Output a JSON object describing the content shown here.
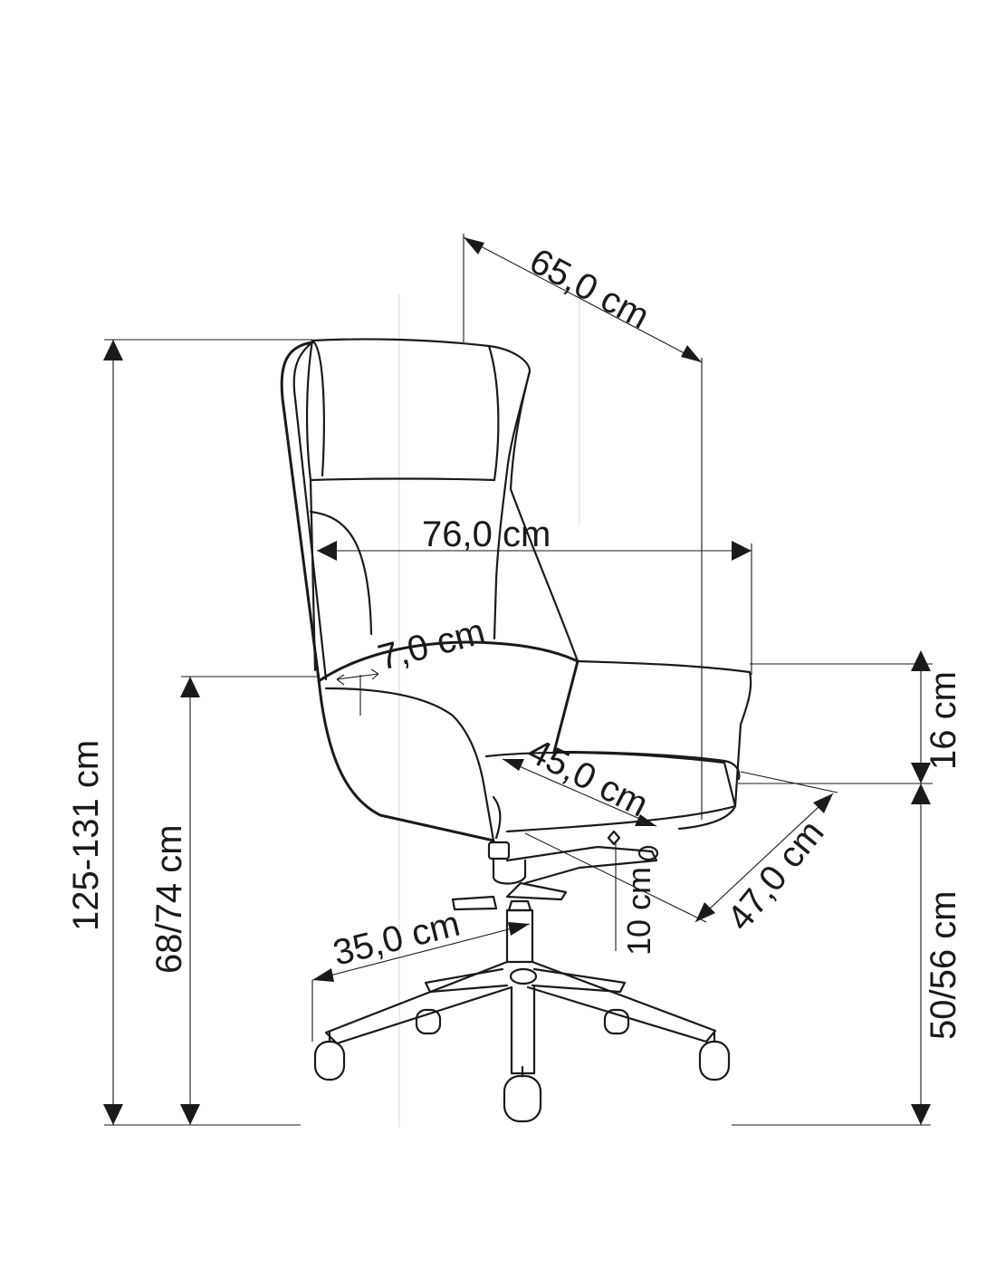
{
  "colors": {
    "ink": "#1a1a1a",
    "background": "#ffffff"
  },
  "dimensions": {
    "total_height": "125-131 cm",
    "armrest_height": "68/74 cm",
    "depth": "65,0 cm",
    "width": "76,0 cm",
    "armrest_width": "7,0 cm",
    "seat_depth": "45,0 cm",
    "seat_width": "47,0 cm",
    "armrest_to_seat": "16 cm",
    "seat_height": "50/56 cm",
    "seat_adjust": "10 cm",
    "base_radius": "35,0 cm"
  }
}
